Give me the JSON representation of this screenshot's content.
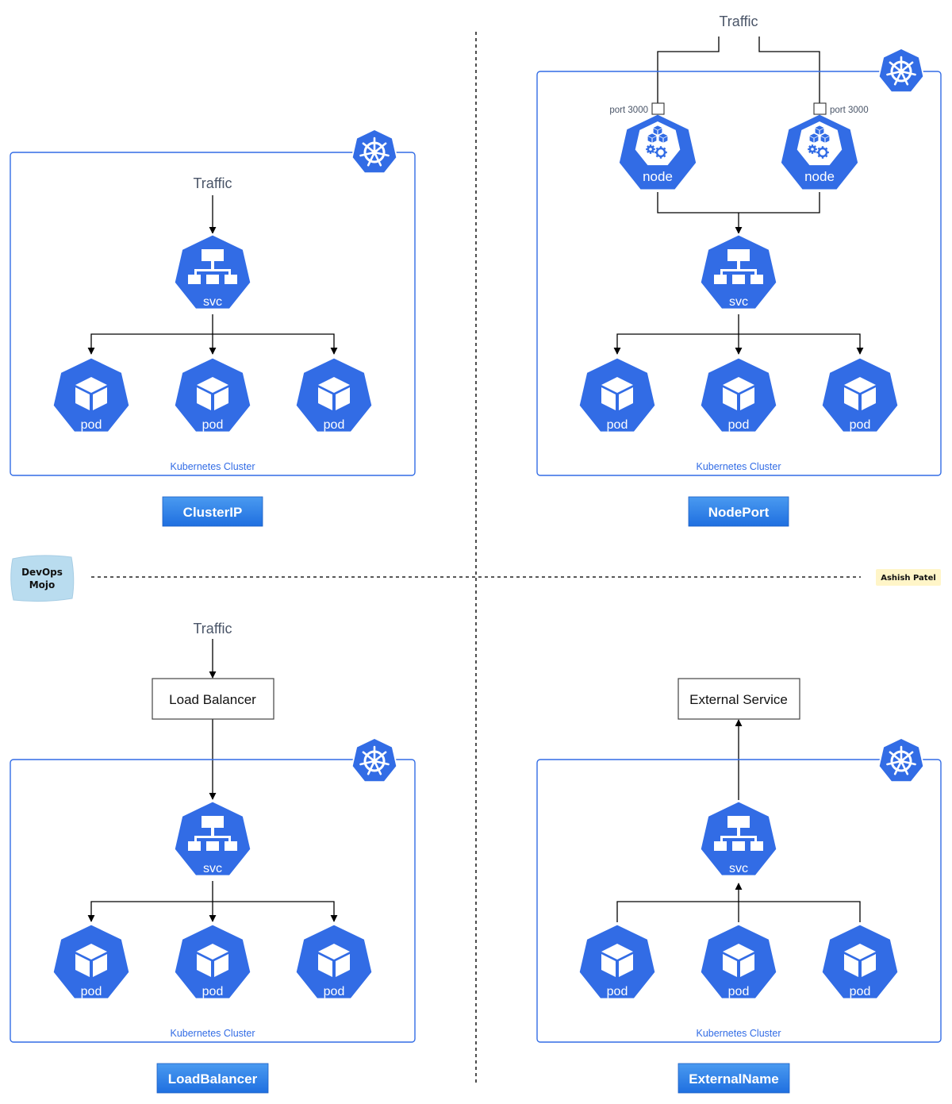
{
  "colors": {
    "k8s_blue": "#326ce5",
    "title_gradient_top": "#4a9af0",
    "title_gradient_bottom": "#1f6fe0",
    "devops_badge": "#b9dcef",
    "author_badge": "#fff5c8"
  },
  "icons": [
    "kubernetes-helm-icon",
    "service-icon",
    "pod-cube-icon",
    "node-icon"
  ],
  "quadrants": {
    "clusterip": {
      "title": "ClusterIP",
      "cluster_label": "Kubernetes Cluster",
      "traffic": "Traffic",
      "svc_label": "svc",
      "pods": [
        "pod",
        "pod",
        "pod"
      ]
    },
    "nodeport": {
      "title": "NodePort",
      "cluster_label": "Kubernetes Cluster",
      "traffic": "Traffic",
      "nodes": [
        {
          "label": "node",
          "port": "port 3000"
        },
        {
          "label": "node",
          "port": "port 3000"
        }
      ],
      "svc_label": "svc",
      "pods": [
        "pod",
        "pod",
        "pod"
      ]
    },
    "loadbalancer": {
      "title": "LoadBalancer",
      "cluster_label": "Kubernetes Cluster",
      "traffic": "Traffic",
      "box_label": "Load Balancer",
      "svc_label": "svc",
      "pods": [
        "pod",
        "pod",
        "pod"
      ]
    },
    "externalname": {
      "title": "ExternalName",
      "cluster_label": "Kubernetes Cluster",
      "box_label": "External Service",
      "svc_label": "svc",
      "pods": [
        "pod",
        "pod",
        "pod"
      ]
    }
  },
  "badges": {
    "devops_line1": "DevOps",
    "devops_line2": "Mojo",
    "author": "Ashish Patel"
  }
}
